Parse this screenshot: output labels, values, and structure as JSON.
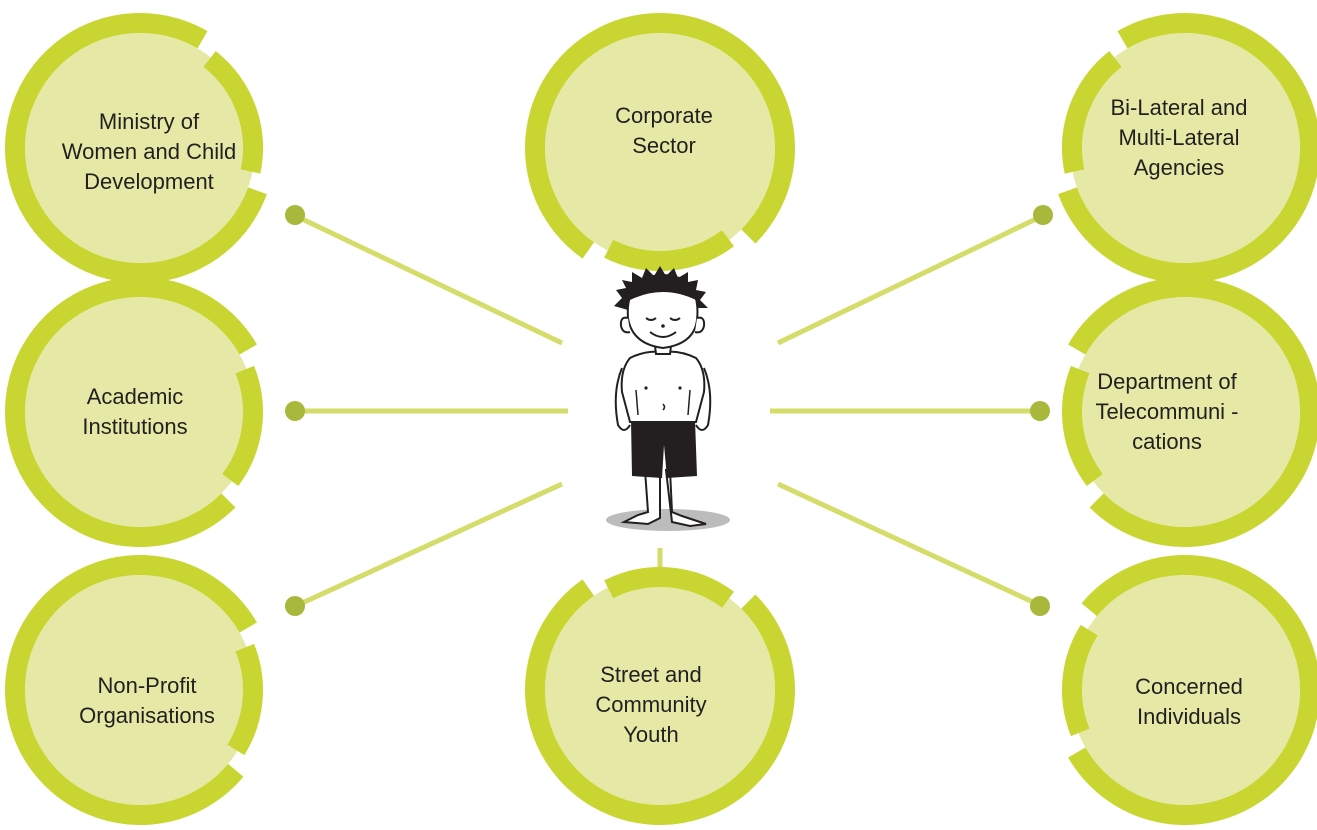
{
  "colors": {
    "ring": "#c9d632",
    "fill": "#e6e9a6",
    "connector": "#d4dc6a",
    "dot": "#a8b83a",
    "text": "#231f20"
  },
  "center_figure": {
    "icon": "child-illustration-icon"
  },
  "nodes": [
    {
      "label": "Ministry of\nWomen and Child\nDevelopment"
    },
    {
      "label": "Corporate\nSector"
    },
    {
      "label": "Bi-Lateral and\nMulti-Lateral\nAgencies"
    },
    {
      "label": "Academic\nInstitutions"
    },
    {
      "label": "Department of\nTelecommuni -\ncations"
    },
    {
      "label": "Non-Profit\nOrganisations"
    },
    {
      "label": "Street and\nCommunity\nYouth"
    },
    {
      "label": "Concerned\nIndividuals"
    }
  ]
}
